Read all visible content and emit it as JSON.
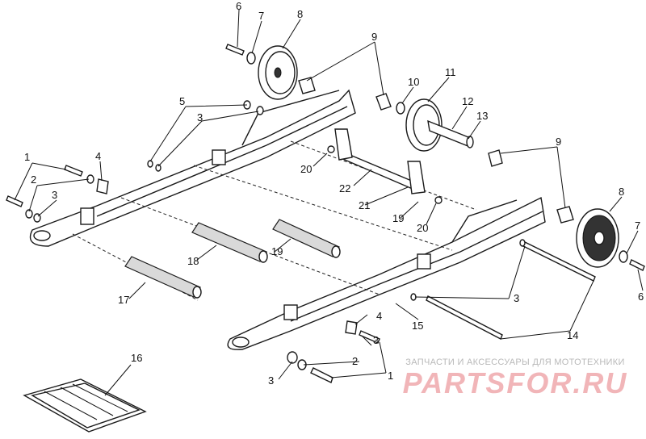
{
  "callouts": {
    "c1a": "1",
    "c1b": "1",
    "c2a": "2",
    "c2b": "2",
    "c3a": "3",
    "c3b": "3",
    "c3c": "3",
    "c3d": "3",
    "c4a": "4",
    "c4b": "4",
    "c5": "5",
    "c6a": "6",
    "c6b": "6",
    "c7a": "7",
    "c7b": "7",
    "c8a": "8",
    "c8b": "8",
    "c9a": "9",
    "c9b": "9",
    "c10": "10",
    "c11": "11",
    "c12": "12",
    "c13": "13",
    "c14": "14",
    "c15": "15",
    "c16": "16",
    "c17": "17",
    "c18": "18",
    "c19a": "19",
    "c19b": "19",
    "c20a": "20",
    "c20b": "20",
    "c21": "21",
    "c22": "22"
  },
  "watermark": {
    "tagline": "ЗАПЧАСТИ И АКСЕССУАРЫ ДЛЯ МОТОТЕХНИКИ",
    "logo": "PARTSFOR.RU"
  }
}
